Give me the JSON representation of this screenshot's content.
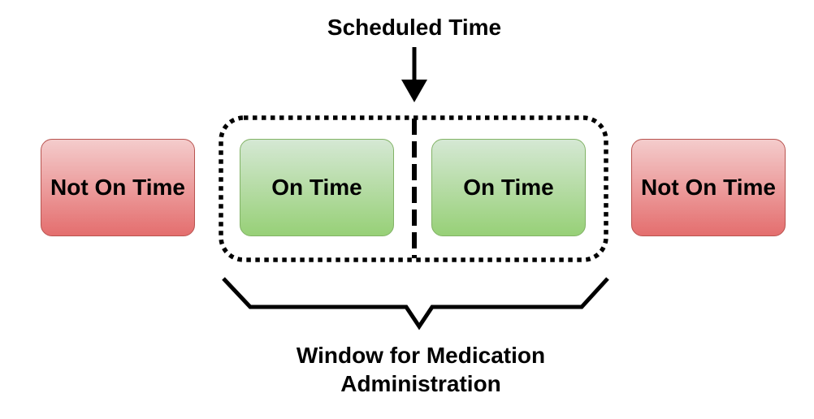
{
  "scheduled_time_label": "Scheduled Time",
  "boxes": {
    "left_not_on_time": "Not On Time",
    "on_time_before": "On Time",
    "on_time_after": "On Time",
    "right_not_on_time": "Not On Time"
  },
  "window_label": "Window for Medication Administration",
  "colors": {
    "not_on_time_fill_top": "#f4cccc",
    "not_on_time_fill_bottom": "#e46e6e",
    "not_on_time_border": "#b85450",
    "on_time_fill_top": "#d5e8d4",
    "on_time_fill_bottom": "#97d077",
    "on_time_border": "#82b366"
  }
}
